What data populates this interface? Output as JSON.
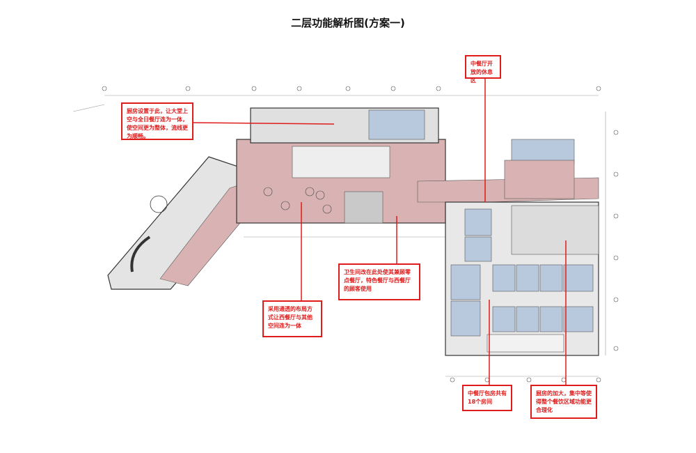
{
  "title": "二层功能解析图(方案一)",
  "annotations": {
    "kitchen_lobby": "厨房设置于此，让大堂上空与全日餐厅连为一体，使空间更为整体，流线更为顺畅。",
    "restroom": "卫生间改在此处使其兼顾零点餐厅，特色餐厅与西餐厅的顾客使用",
    "open_layout": "采用通透的布局方式让西餐厅与其他空间连为一体",
    "lounge": "中餐厅开放的休息区",
    "private_rooms": "中餐厅包房共有18个房间",
    "kitchen_enlarged": "厨房的加大，集中等使得整个餐饮区域功能更合理化"
  },
  "colors": {
    "annotation": "#e01b1b",
    "floor_pink": "#d9b3b3",
    "room_blue": "#b9c9dd",
    "gray_area": "#dcdcdc"
  }
}
